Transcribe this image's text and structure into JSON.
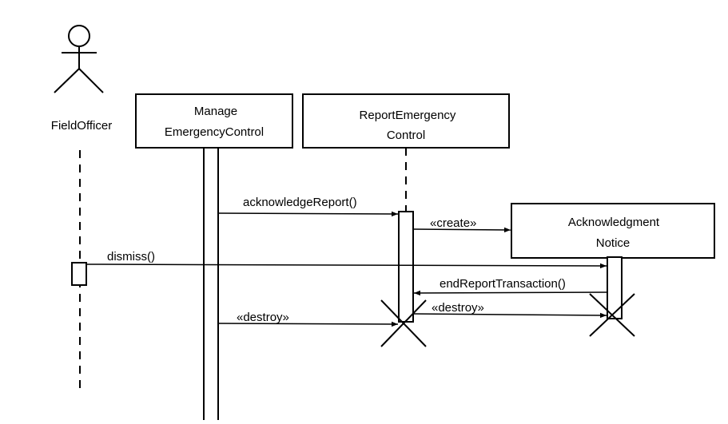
{
  "actor": {
    "name": "FieldOfficer"
  },
  "objects": {
    "manage": {
      "line1": "Manage",
      "line2": "EmergencyControl"
    },
    "report": {
      "line1": "ReportEmergency",
      "line2": "Control"
    },
    "notice": {
      "line1": "Acknowledgment",
      "line2": "Notice"
    }
  },
  "messages": {
    "acknowledge": "acknowledgeReport()",
    "create": "«create»",
    "dismiss": "dismiss()",
    "end_transaction": "endReportTransaction()",
    "destroy_notice": "«destroy»",
    "destroy_report": "«destroy»"
  }
}
